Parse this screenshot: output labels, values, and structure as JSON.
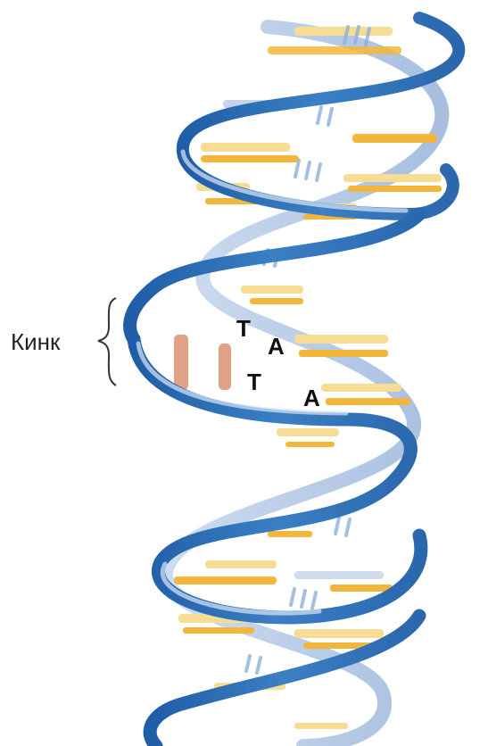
{
  "diagram": {
    "kink_label": "Кинк",
    "base_letters": [
      "T",
      "A",
      "T",
      "A"
    ],
    "colors": {
      "backbone_dark": "#2f6fb3",
      "backbone_light": "#a9c3e3",
      "base_yellow": "#f2b73a",
      "base_pale": "#f7dd93",
      "base_blue": "#9fb8dc",
      "kink_bases": "#d98a66",
      "text": "#111111"
    }
  }
}
